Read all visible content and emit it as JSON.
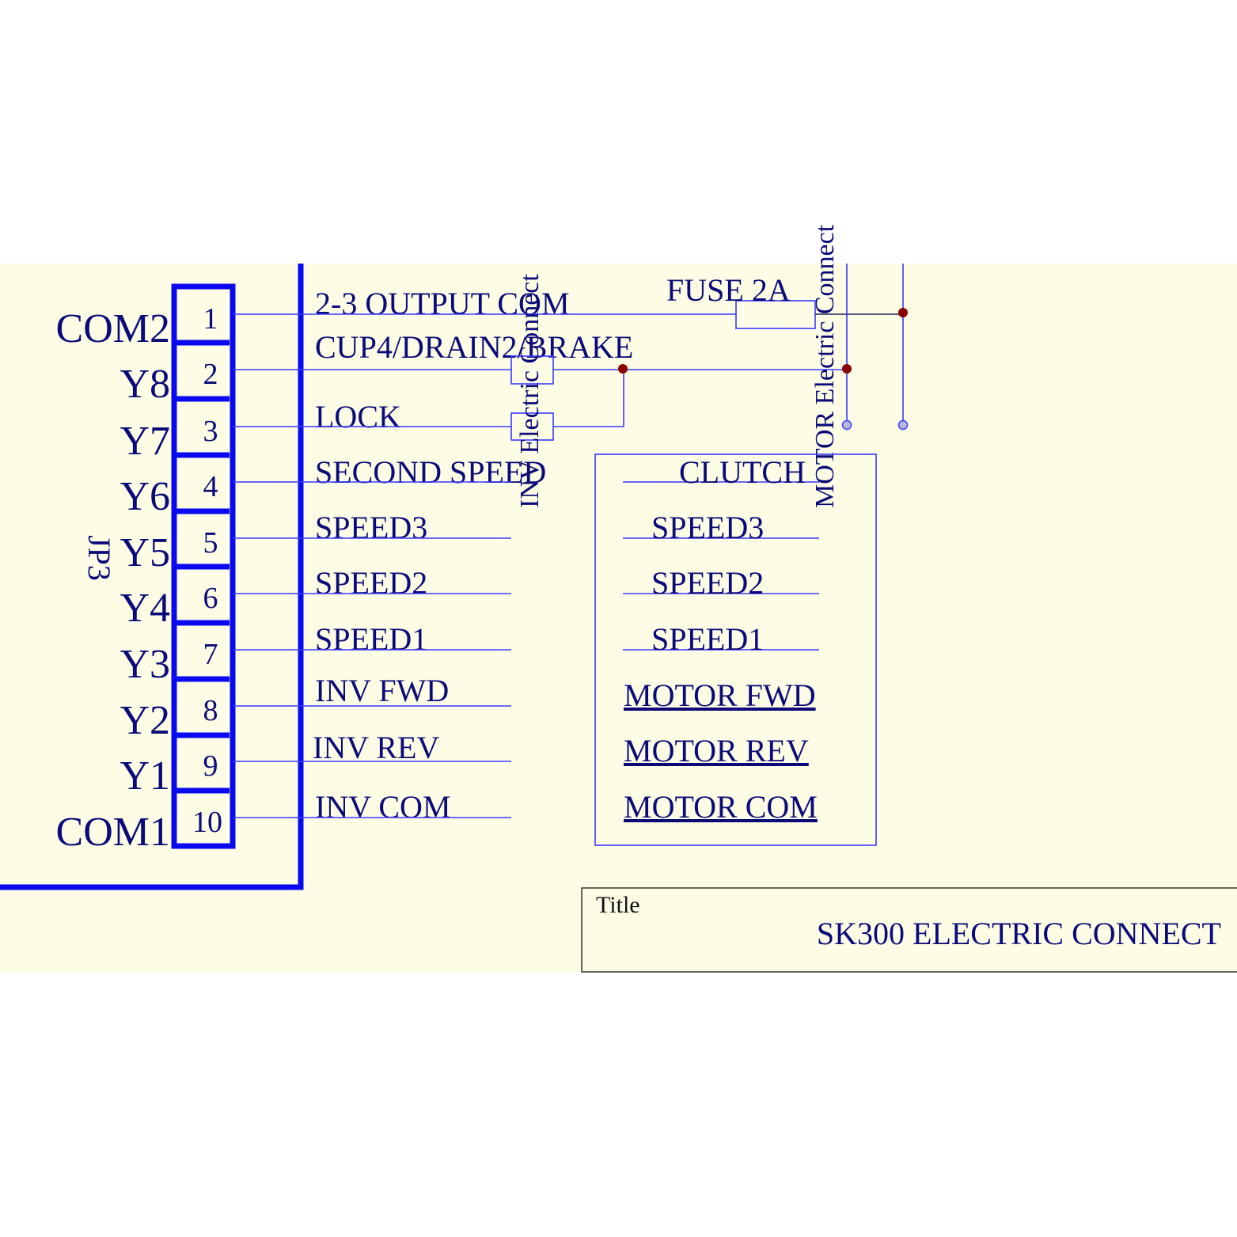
{
  "connector": {
    "ref": "JP3",
    "pins": [
      {
        "num": "1",
        "name": "COM2",
        "wire": "2-3 OUTPUT COM"
      },
      {
        "num": "2",
        "name": "Y8",
        "wire": "CUP4/DRAIN2/BRAKE"
      },
      {
        "num": "3",
        "name": "Y7",
        "wire": "LOCK"
      },
      {
        "num": "4",
        "name": "Y6",
        "wire": "SECOND SPEED"
      },
      {
        "num": "5",
        "name": "Y5",
        "wire": "SPEED3"
      },
      {
        "num": "6",
        "name": "Y4",
        "wire": "SPEED2"
      },
      {
        "num": "7",
        "name": "Y3",
        "wire": "SPEED1"
      },
      {
        "num": "8",
        "name": "Y2",
        "wire": "INV FWD"
      },
      {
        "num": "9",
        "name": "Y1",
        "wire": "INV REV"
      },
      {
        "num": "10",
        "name": "COM1",
        "wire": "INV COM"
      }
    ]
  },
  "fuse": "FUSE 2A",
  "inv_connect": "INV Electric Connect",
  "motor_connect": "MOTOR Electric Connect",
  "motor_box": [
    "CLUTCH",
    "SPEED3",
    "SPEED2",
    "SPEED1",
    "MOTOR FWD",
    "MOTOR REV",
    "MOTOR COM"
  ],
  "title_block": {
    "label": "Title",
    "value": "SK300 ELECTRIC CONNECT"
  },
  "colors": {
    "background": "#fdfde6",
    "wire": "#3a3aff",
    "bus": "#0a0af0",
    "junction": "#8b0000",
    "text": "#0a0a78"
  }
}
